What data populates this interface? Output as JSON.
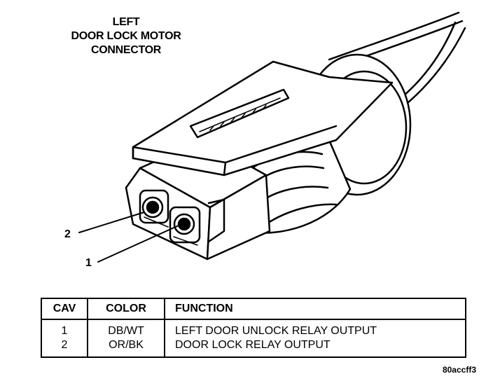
{
  "title": {
    "line1": "LEFT",
    "line2": "DOOR LOCK MOTOR",
    "line3": "CONNECTOR"
  },
  "pin_labels": [
    "2",
    "1"
  ],
  "table": {
    "headers": [
      "CAV",
      "COLOR",
      "FUNCTION"
    ],
    "rows": [
      {
        "cav": "1",
        "color": "DB/WT",
        "function": "LEFT DOOR UNLOCK RELAY OUTPUT"
      },
      {
        "cav": "2",
        "color": "OR/BK",
        "function": "DOOR LOCK RELAY OUTPUT"
      }
    ]
  },
  "figure_code": "80accff3"
}
